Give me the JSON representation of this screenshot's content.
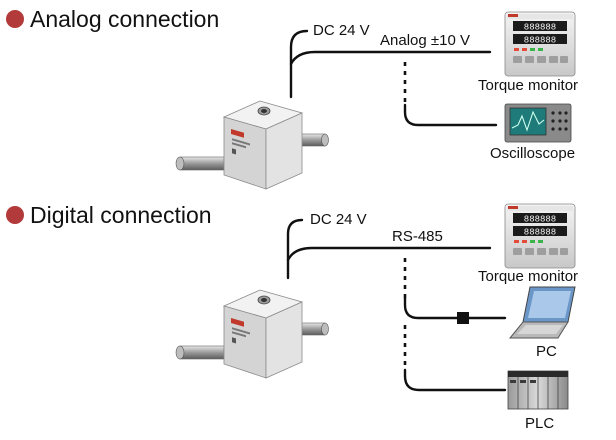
{
  "colors": {
    "bullet": "#b23a3a",
    "line": "#111111",
    "screen": "#1f7a7a"
  },
  "sections": [
    {
      "heading": "Analog connection",
      "power_label": "DC 24 V",
      "signal_label": "Analog ±10 V",
      "devices": [
        "Torque monitor",
        "Oscilloscope"
      ]
    },
    {
      "heading": "Digital connection",
      "power_label": "DC 24 V",
      "signal_label": "RS-485",
      "devices": [
        "Torque monitor",
        "PC",
        "PLC"
      ]
    }
  ],
  "icons": [
    "torque-sensor-icon",
    "torque-monitor-icon",
    "oscilloscope-icon",
    "laptop-icon",
    "plc-icon"
  ]
}
